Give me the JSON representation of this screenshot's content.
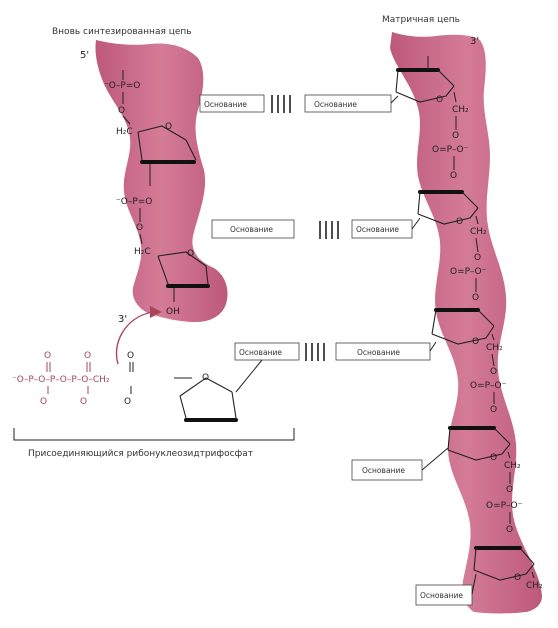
{
  "labels": {
    "new_chain": "Вновь синтезированная цепь",
    "template_chain": "Матричная цепь",
    "five_prime": "5'",
    "three_prime_left": "3'",
    "three_prime_right": "3'",
    "incoming": "Присоединяющийся рибонуклеозидтрифосфат"
  },
  "base_label": "Основание",
  "chem": {
    "o_minus_phosphate": "⁻O–P=O",
    "phosphate": "O=P–O⁻",
    "ch2": "CH₂",
    "h2c": "H₂C",
    "oh": "OH",
    "o": "O",
    "triphosphate": "⁻O–P–O–P–O–P–O–CH₂"
  },
  "colors": {
    "strand_fill": "#c4587a",
    "strand_light": "#e6a9bd",
    "highlight_red": "#a8465a"
  }
}
